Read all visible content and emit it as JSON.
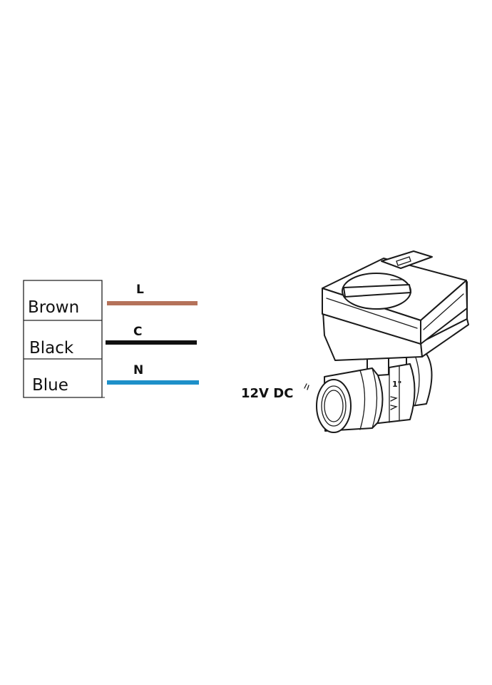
{
  "wires": [
    {
      "color_name": "Brown",
      "code": "L",
      "color": "#b5725a"
    },
    {
      "color_name": "Black",
      "code": "C",
      "color": "#111111"
    },
    {
      "color_name": "Blue",
      "code": "N",
      "color": "#1e90c9"
    }
  ],
  "valve": {
    "voltage_label": "12V DC",
    "size_mark": "1\""
  },
  "icons": [
    "motorized-ball-valve-icon",
    "handle-icon"
  ]
}
